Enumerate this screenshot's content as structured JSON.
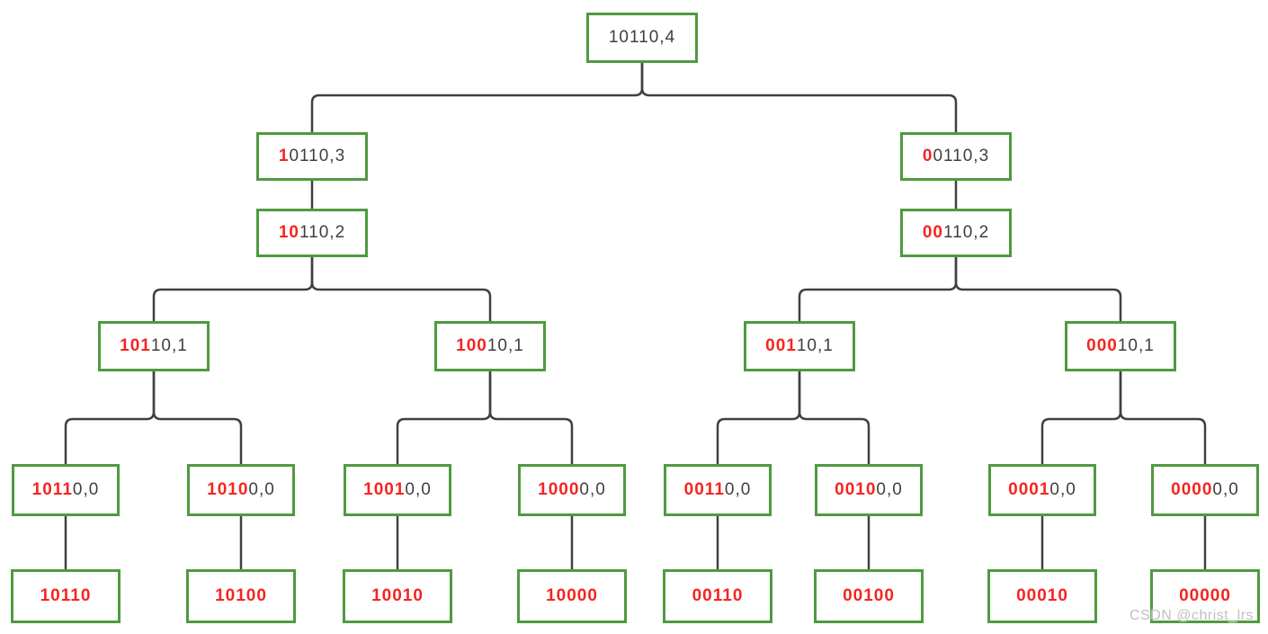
{
  "diagram": {
    "description": "Binary string prefix enumeration tree",
    "tree": {
      "root": {
        "red": "",
        "black": "10110,4"
      },
      "level_2": [
        {
          "red": "1",
          "black": "0110,3"
        },
        {
          "red": "0",
          "black": "0110,3"
        }
      ],
      "level_3": [
        {
          "red": "10",
          "black": "110,2"
        },
        {
          "red": "00",
          "black": "110,2"
        }
      ],
      "level_4": [
        {
          "red": "101",
          "black": "10,1"
        },
        {
          "red": "100",
          "black": "10,1"
        },
        {
          "red": "001",
          "black": "10,1"
        },
        {
          "red": "000",
          "black": "10,1"
        }
      ],
      "level_5": [
        {
          "red": "1011",
          "black": "0,0"
        },
        {
          "red": "1010",
          "black": "0,0"
        },
        {
          "red": "1001",
          "black": "0,0"
        },
        {
          "red": "1000",
          "black": "0,0"
        },
        {
          "red": "0011",
          "black": "0,0"
        },
        {
          "red": "0010",
          "black": "0,0"
        },
        {
          "red": "0001",
          "black": "0,0"
        },
        {
          "red": "0000",
          "black": "0,0"
        }
      ],
      "leaves": [
        {
          "red": "10110",
          "black": ""
        },
        {
          "red": "10100",
          "black": ""
        },
        {
          "red": "10010",
          "black": ""
        },
        {
          "red": "10000",
          "black": ""
        },
        {
          "red": "00110",
          "black": ""
        },
        {
          "red": "00100",
          "black": ""
        },
        {
          "red": "00010",
          "black": ""
        },
        {
          "red": "00000",
          "black": ""
        }
      ]
    },
    "watermark": "CSDN @christ_lrs",
    "colors": {
      "box_border_green": "#4f9a40",
      "fixed_digit_red": "#f52420",
      "free_digit_dark": "#3f3f3f",
      "connector_gray": "#404040",
      "background": "#ffffff"
    }
  }
}
